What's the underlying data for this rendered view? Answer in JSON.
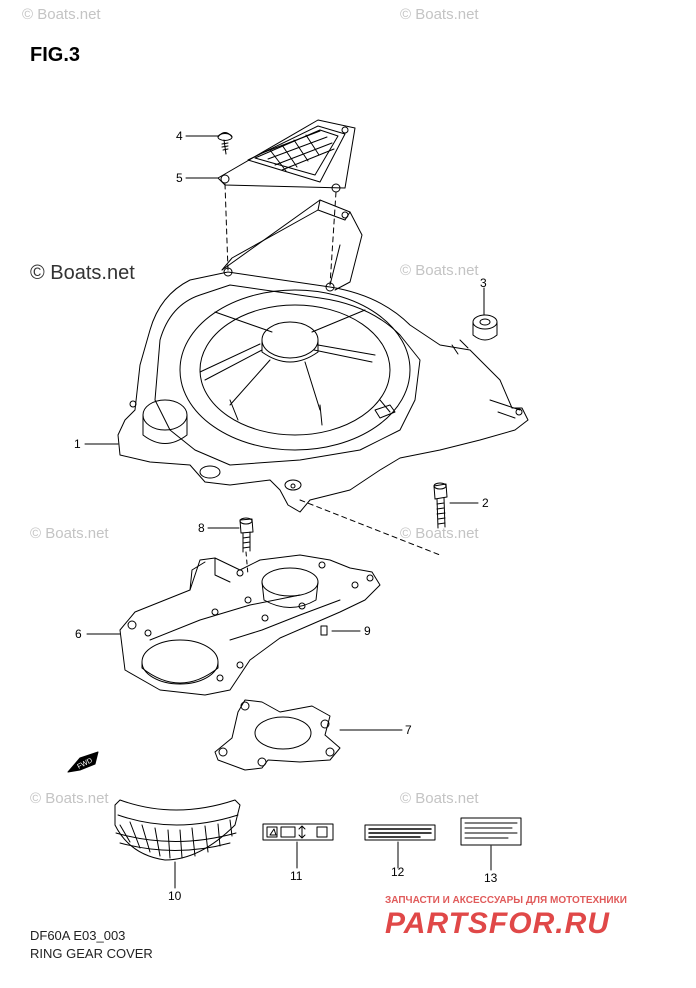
{
  "figure": {
    "title": "FIG.3"
  },
  "watermark": {
    "text": "© Boats.net"
  },
  "parts": [
    {
      "ref": "1"
    },
    {
      "ref": "2"
    },
    {
      "ref": "3"
    },
    {
      "ref": "4"
    },
    {
      "ref": "5"
    },
    {
      "ref": "6"
    },
    {
      "ref": "7"
    },
    {
      "ref": "8"
    },
    {
      "ref": "9"
    },
    {
      "ref": "10"
    },
    {
      "ref": "11"
    },
    {
      "ref": "12"
    },
    {
      "ref": "13"
    }
  ],
  "arrow_label": "FWD",
  "footer": {
    "code": "DF60A E03_003",
    "name": "RING GEAR COVER"
  },
  "shop": {
    "line": "ЗАПЧАСТИ И АКСЕССУАРЫ ДЛЯ МОТОТЕХНИКИ",
    "logo": "PARTSFOR.RU"
  },
  "colors": {
    "line": "#000000",
    "watermark": "#c4c4c4",
    "shop": "#e04848"
  }
}
